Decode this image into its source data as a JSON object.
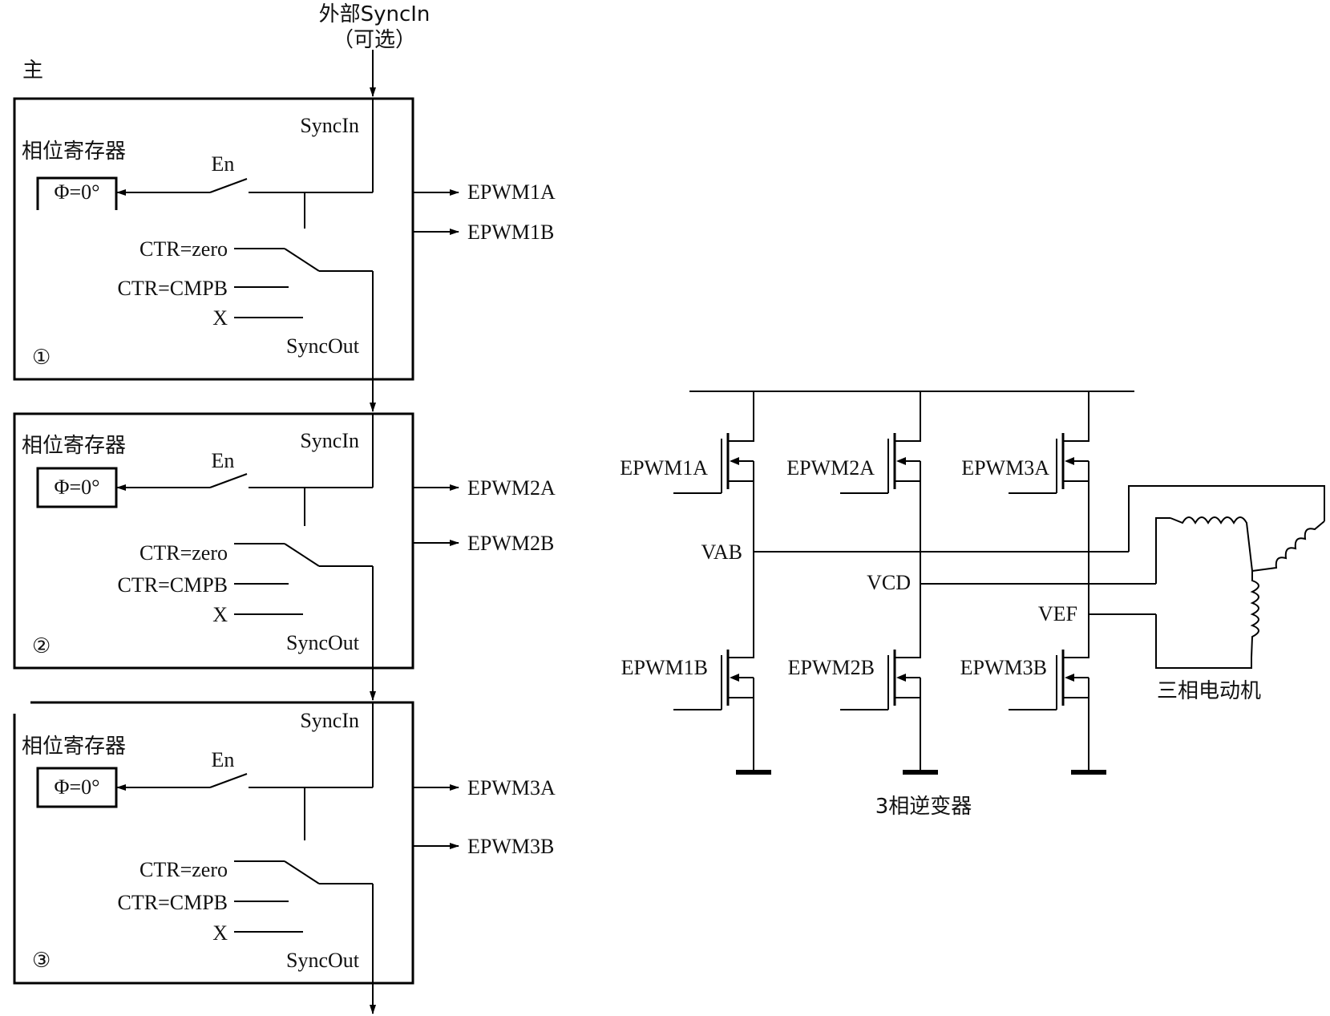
{
  "master_label": "主",
  "ext_sync": {
    "line1": "外部SyncIn",
    "line2": "（可选）"
  },
  "modules": [
    {
      "num": "①",
      "reg_label": "相位寄存器",
      "phase": "Φ=0°",
      "en": "En",
      "syncin": "SyncIn",
      "syncout": "SyncOut",
      "sel": [
        "CTR=zero",
        "CTR=CMPB",
        "X"
      ],
      "out_a": "EPWM1A",
      "out_b": "EPWM1B"
    },
    {
      "num": "②",
      "reg_label": "相位寄存器",
      "phase": "Φ=0°",
      "en": "En",
      "syncin": "SyncIn",
      "syncout": "SyncOut",
      "sel": [
        "CTR=zero",
        "CTR=CMPB",
        "X"
      ],
      "out_a": "EPWM2A",
      "out_b": "EPWM2B"
    },
    {
      "num": "③",
      "reg_label": "相位寄存器",
      "phase": "Φ=0°",
      "en": "En",
      "syncin": "SyncIn",
      "syncout": "SyncOut",
      "sel": [
        "CTR=zero",
        "CTR=CMPB",
        "X"
      ],
      "out_a": "EPWM3A",
      "out_b": "EPWM3B"
    }
  ],
  "inverter": {
    "gate_labels_top": [
      "EPWM1A",
      "EPWM2A",
      "EPWM3A"
    ],
    "gate_labels_bottom": [
      "EPWM1B",
      "EPWM2B",
      "EPWM3B"
    ],
    "node_labels": [
      "VAB",
      "VCD",
      "VEF"
    ],
    "caption": "3相逆变器",
    "motor_label": "三相电动机"
  }
}
